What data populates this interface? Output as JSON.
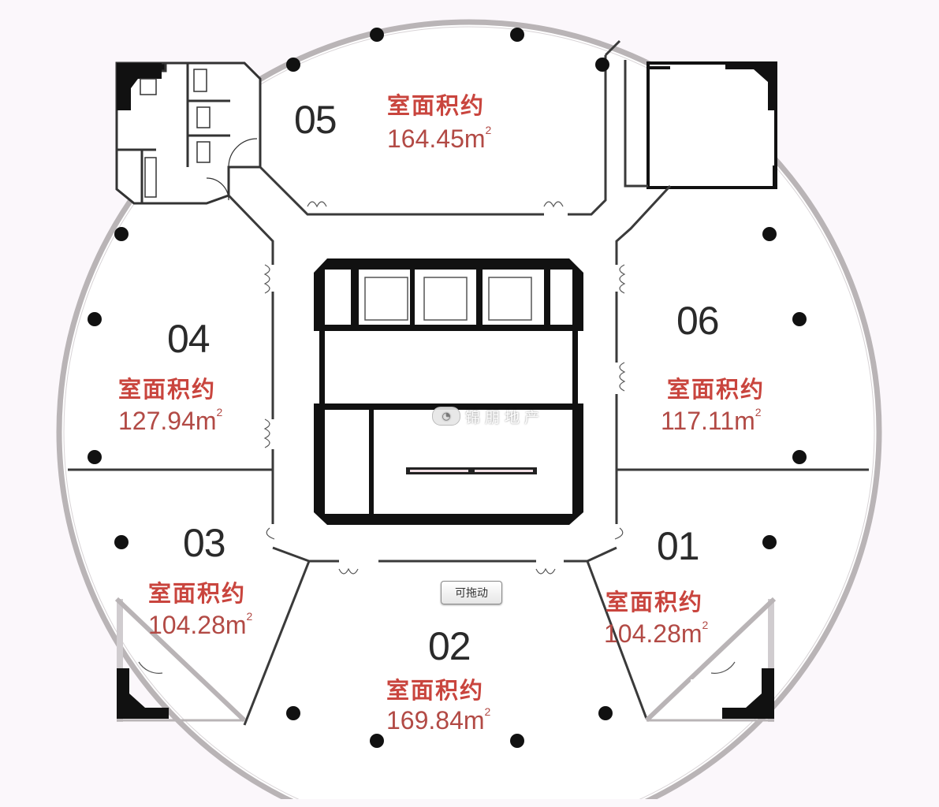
{
  "floor_plan": {
    "area_prefix": "室面积约",
    "area_unit": "m",
    "area_unit_exp": "2",
    "units": [
      {
        "id": "01",
        "area": "104.28"
      },
      {
        "id": "02",
        "area": "169.84"
      },
      {
        "id": "03",
        "area": "104.28"
      },
      {
        "id": "04",
        "area": "127.94"
      },
      {
        "id": "05",
        "area": "164.45"
      },
      {
        "id": "06",
        "area": "117.11"
      }
    ],
    "core_rooms": {
      "elevators": 3
    }
  },
  "overlay": {
    "drag_button_label": "可拖动",
    "watermark_text": "锦朋地产",
    "watermark_logo_icon": "swirl-logo-icon"
  },
  "colors": {
    "background": "#fbf7fb",
    "wall": "#111111",
    "outline": "#3a3a3a",
    "glass_ring": "#b9b4b6",
    "area_text": "#c9453e",
    "unit_number": "#2a2a2a"
  }
}
